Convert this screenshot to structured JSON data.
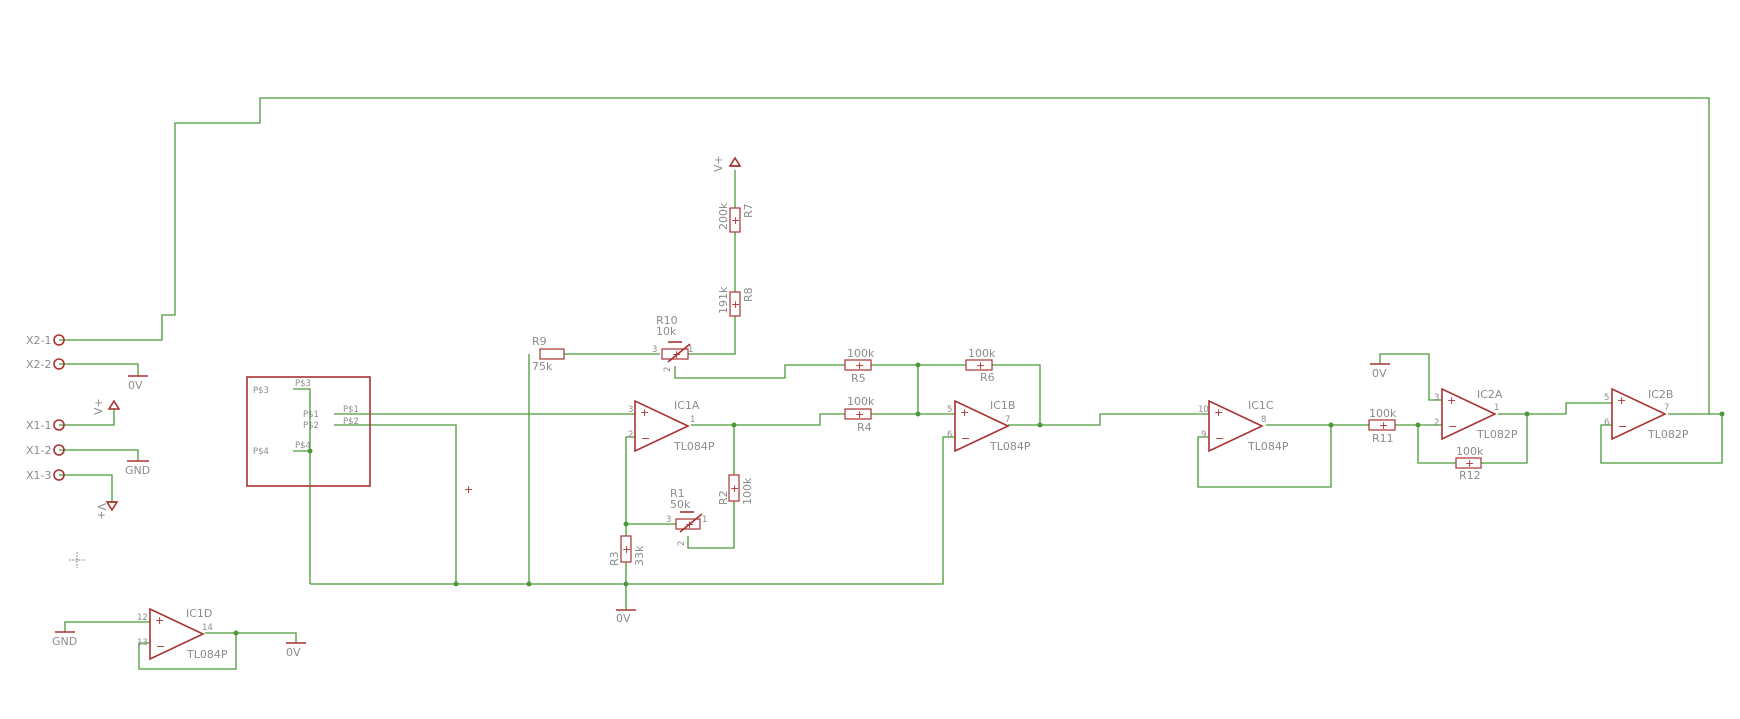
{
  "connectors": {
    "x2_1": "X2-1",
    "x2_2": "X2-2",
    "x1_1": "X1-1",
    "x1_2": "X1-2",
    "x1_3": "X1-3"
  },
  "supplies": {
    "vplus": "V+",
    "zero_v": "0V",
    "gnd": "GND"
  },
  "module": {
    "ps1": "P$1",
    "ps2": "P$2",
    "ps3": "P$3",
    "ps4": "P$4"
  },
  "opamps": {
    "ic1a": {
      "name": "IC1A",
      "type": "TL084P",
      "pin_plus": "3",
      "pin_minus": "2",
      "pin_out": "1"
    },
    "ic1b": {
      "name": "IC1B",
      "type": "TL084P",
      "pin_plus": "5",
      "pin_minus": "6",
      "pin_out": "7"
    },
    "ic1c": {
      "name": "IC1C",
      "type": "TL084P",
      "pin_plus": "10",
      "pin_minus": "9",
      "pin_out": "8"
    },
    "ic1d": {
      "name": "IC1D",
      "type": "TL084P",
      "pin_plus": "12",
      "pin_minus": "13",
      "pin_out": "14"
    },
    "ic2a": {
      "name": "IC2A",
      "type": "TL082P",
      "pin_plus": "3",
      "pin_minus": "2",
      "pin_out": "1"
    },
    "ic2b": {
      "name": "IC2B",
      "type": "TL082P",
      "pin_plus": "5",
      "pin_minus": "6",
      "pin_out": "7"
    }
  },
  "resistors": {
    "r1": {
      "name": "R1",
      "value": "50k"
    },
    "r2": {
      "name": "R2",
      "value": "100k"
    },
    "r3": {
      "name": "R3",
      "value": "33k"
    },
    "r4": {
      "name": "R4",
      "value": "100k"
    },
    "r5": {
      "name": "R5",
      "value": "100k"
    },
    "r6": {
      "name": "R6",
      "value": "100k"
    },
    "r7": {
      "name": "R7",
      "value": "200k"
    },
    "r8": {
      "name": "R8",
      "value": "191k"
    },
    "r9": {
      "name": "R9",
      "value": "75k"
    },
    "r10": {
      "name": "R10",
      "value": "10k"
    },
    "r11": {
      "name": "R11",
      "value": "100k"
    },
    "r12": {
      "name": "R12",
      "value": "100k"
    }
  },
  "pot_pins": {
    "p1": "1",
    "p2": "2",
    "p3": "3"
  },
  "colors": {
    "wire": "#4a9a3a",
    "part": "#a83232",
    "label": "#8c8c8c",
    "background": "#ffffff"
  }
}
